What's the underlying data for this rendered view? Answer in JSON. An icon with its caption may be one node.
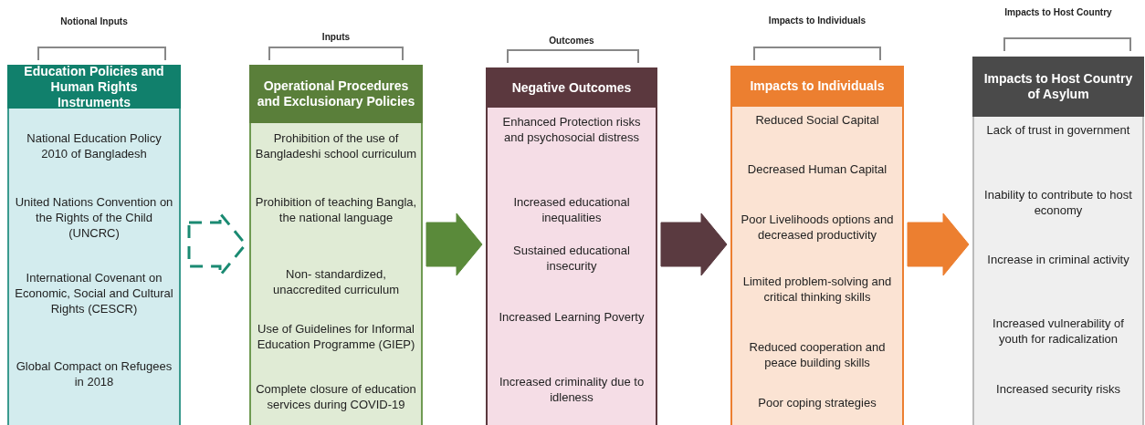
{
  "diagram": {
    "nodes": [
      {
        "text": [
          "Education Policies and Human Rights Instruments",
          "National Education Policy 2010 of Bangladesh",
          "United Nations Convention on the Rights of the Child (UNCRC)",
          "International Covenant on Economic, Social and Cultural Rights (CESCR)",
          "Global Compact on Refugees in 2018"
        ]
      },
      {
        "text": [
          "Operational Procedures and Exclusionary Policies",
          "Prohibition of the use of Bangladeshi school curriculum",
          "Prohibition of teaching Bangla, the national language",
          "Non- standardized, unaccredited curriculum",
          "Use of Guidelines for Informal Education Programme (GIEP)",
          "Complete closure of education services during COVID-19"
        ]
      },
      {
        "text": [
          "Negative Outcomes",
          "Enhanced Protection risks and psychosocial distress",
          "Increased educational inequalities",
          "Sustained educational insecurity",
          "Increased Learning Poverty",
          "Increased criminality due to idleness"
        ]
      },
      {
        "text": [
          "Impacts to Individuals",
          "Reduced Social Capital",
          "Decreased Human Capital",
          "Poor Livelihoods options and decreased productivity",
          "Limited problem-solving and critical thinking skills",
          "Reduced cooperation and peace building skills",
          "Poor coping strategies"
        ]
      },
      {
        "text": [
          "Impacts to Host Country of Asylum",
          "Lack of trust in government",
          "Inability to contribute to host economy",
          "Increase in criminal activity",
          "Increased vulnerability of youth for radicalization",
          "Increased security risks"
        ]
      }
    ],
    "edges": [
      {
        "from": 0,
        "to": 1,
        "arrow": "to",
        "style": "dashed",
        "color": "#1a8a72"
      },
      {
        "from": 1,
        "to": 2,
        "arrow": "to",
        "color": "#5a8a3a"
      },
      {
        "from": 2,
        "to": 3,
        "arrow": "to",
        "color": "#5a3a40"
      },
      {
        "from": 3,
        "to": 4,
        "arrow": "to",
        "color": "#ec7f30"
      }
    ],
    "labels": [
      "Notional Inputs",
      "Inputs",
      "Outcomes",
      "Impacts to Individuals",
      "Impacts to Host Country"
    ]
  }
}
